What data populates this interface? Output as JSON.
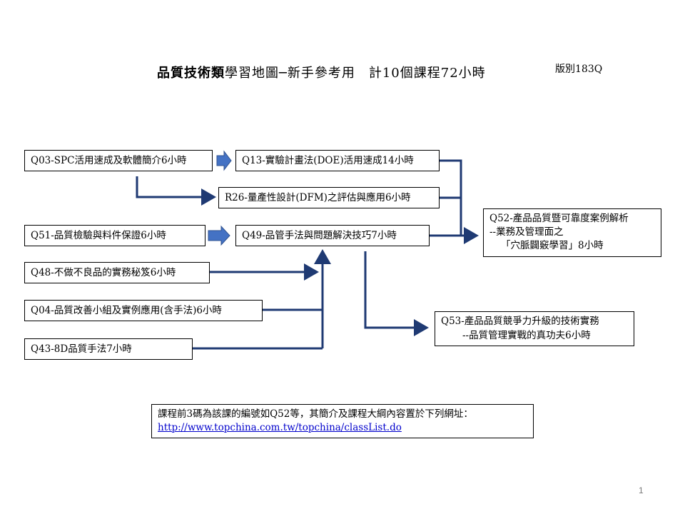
{
  "title": {
    "bold": "品質技術類",
    "rest": "學習地圖─新手參考用　計10個課程72小時"
  },
  "version": "版別183Q",
  "courses": {
    "q03": "Q03-SPC活用速成及軟體簡介6小時",
    "q13": "Q13-實驗計畫法(DOE)活用速成14小時",
    "r26": "R26-量產性設計(DFM)之評估與應用6小時",
    "q51": "Q51-品質檢驗與料件保證6小時",
    "q49": "Q49-品管手法與問題解決技巧7小時",
    "q48": "Q48-不做不良品的實務秘笈6小時",
    "q04": "Q04-品質改善小組及實例應用(含手法)6小時",
    "q43": "Q43-8D品質手法7小時",
    "q52": {
      "line1": "Q52-產品品質暨可靠度案例解析",
      "line2": "--業務及管理面之",
      "line3": "「穴脈闢竅學習」8小時"
    },
    "q53": {
      "line1": "Q53-產品品質競爭力升級的技術實務",
      "line2": "--品質管理實戰的真功夫6小時"
    }
  },
  "note": {
    "line1": "課程前3碼為該課的編號如Q52等，其簡介及課程大綱內容置於下列網址：",
    "url": "http://www.topchina.com.tw/topchina/classList.do"
  },
  "page_number": "1",
  "colors": {
    "arrow": "#1f3a73",
    "block_arrow": "#4472c4"
  }
}
